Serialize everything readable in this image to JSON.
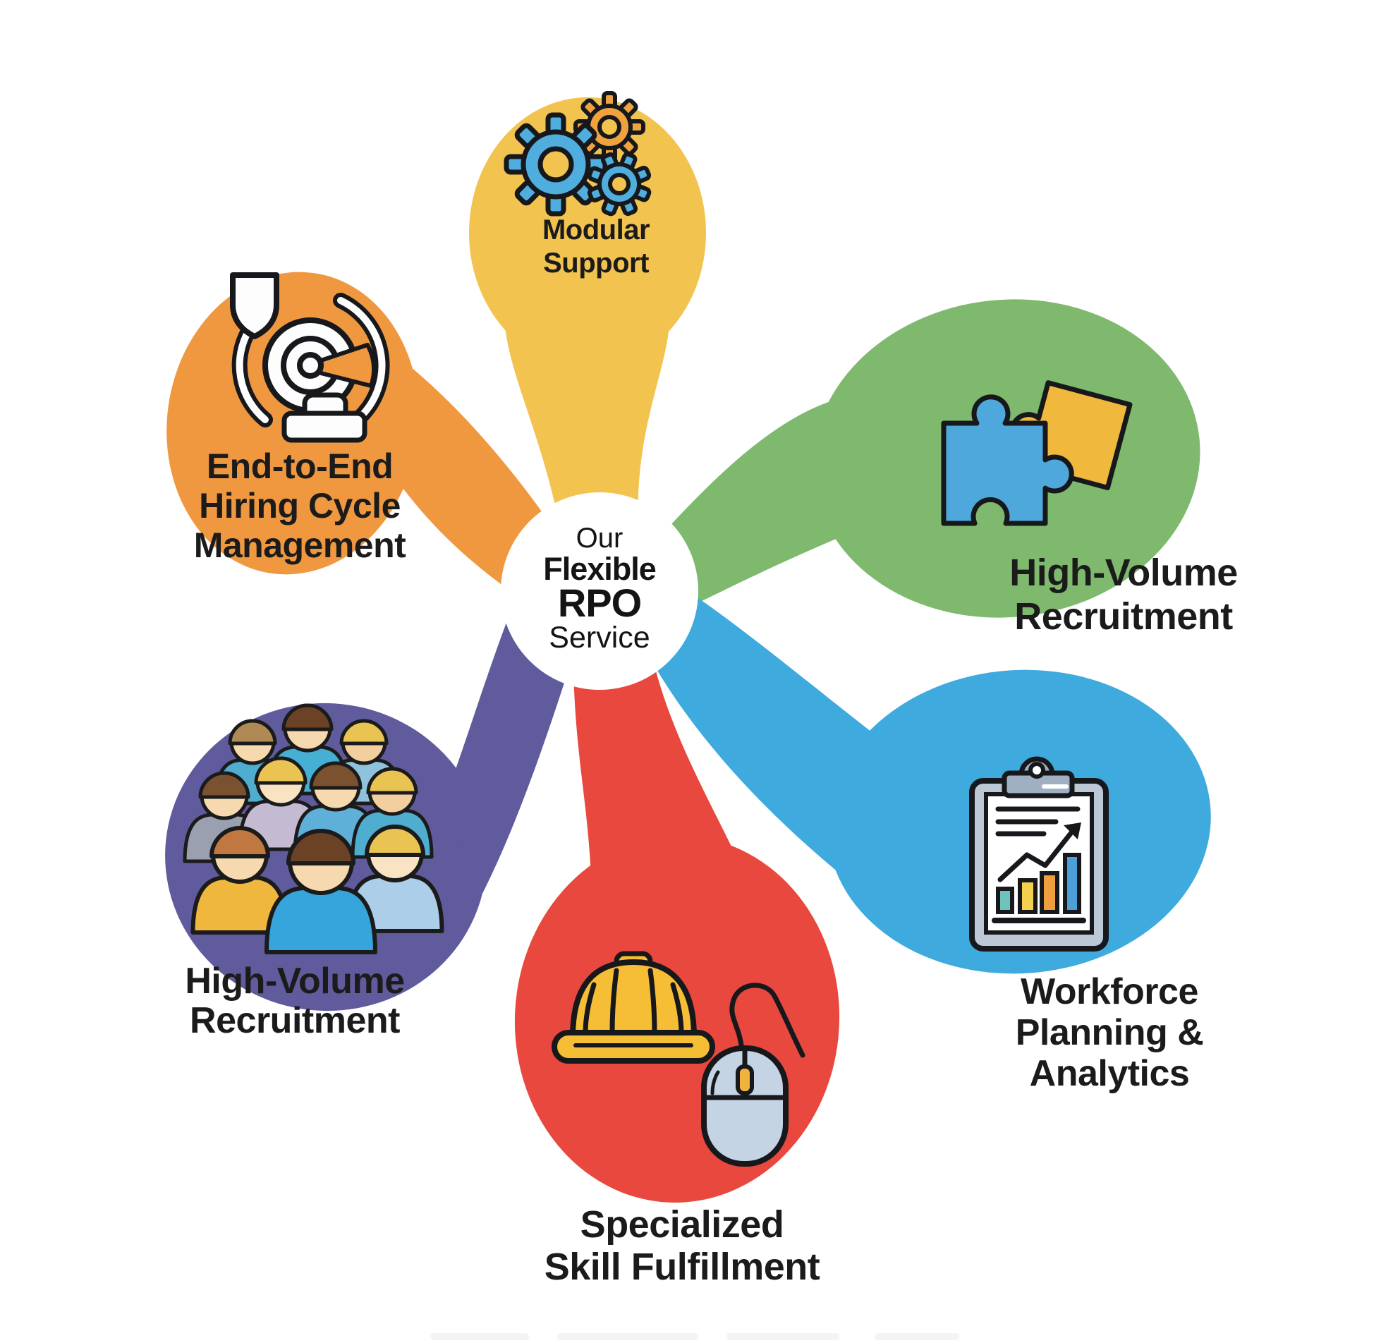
{
  "title": "Our Flexible RPO Service infographic",
  "center": {
    "line1": "Our",
    "line2": "Flexible",
    "line3": "RPO",
    "line4": "Service"
  },
  "colors": {
    "petal_yellow": "#F2C34E",
    "petal_orange": "#F0983F",
    "petal_green": "#7FB96E",
    "petal_blue": "#3FAADE",
    "petal_red": "#E8483E",
    "petal_purple": "#5F5B9D",
    "outline_black": "#17181c",
    "text_black": "#1b1b1b"
  },
  "petals": [
    {
      "id": "modular-support",
      "position": "top",
      "color": "#F2C34E",
      "icon": "gears-icon",
      "label_lines": [
        "Modular",
        "Support"
      ]
    },
    {
      "id": "high-volume-recruitment-right",
      "position": "top-right",
      "color": "#7FB96E",
      "icon": "puzzle-icon",
      "label_lines": [
        "High-Volume",
        "Recruitment"
      ]
    },
    {
      "id": "workforce-planning-analytics",
      "position": "bottom-right",
      "color": "#3FAADE",
      "icon": "clipboard-chart-icon",
      "label_lines": [
        "Workforce",
        "Planning &",
        "Analytics"
      ]
    },
    {
      "id": "specialized-skill-fulfillment",
      "position": "bottom",
      "color": "#E8483E",
      "icon": "hardhat-and-mouse-icon",
      "label_lines": [
        "Specialized",
        "Skill Fulfillment"
      ]
    },
    {
      "id": "high-volume-recruitment-left",
      "position": "bottom-left",
      "color": "#5F5B9D",
      "icon": "crowd-icon",
      "label_lines": [
        "High-Volume",
        "Recruitment"
      ]
    },
    {
      "id": "end-to-end-hiring-cycle-management",
      "position": "top-left",
      "color": "#F0983F",
      "icon": "target-radar-icon",
      "label_lines": [
        "End-to-End",
        "Hiring Cycle",
        "Management"
      ]
    }
  ]
}
